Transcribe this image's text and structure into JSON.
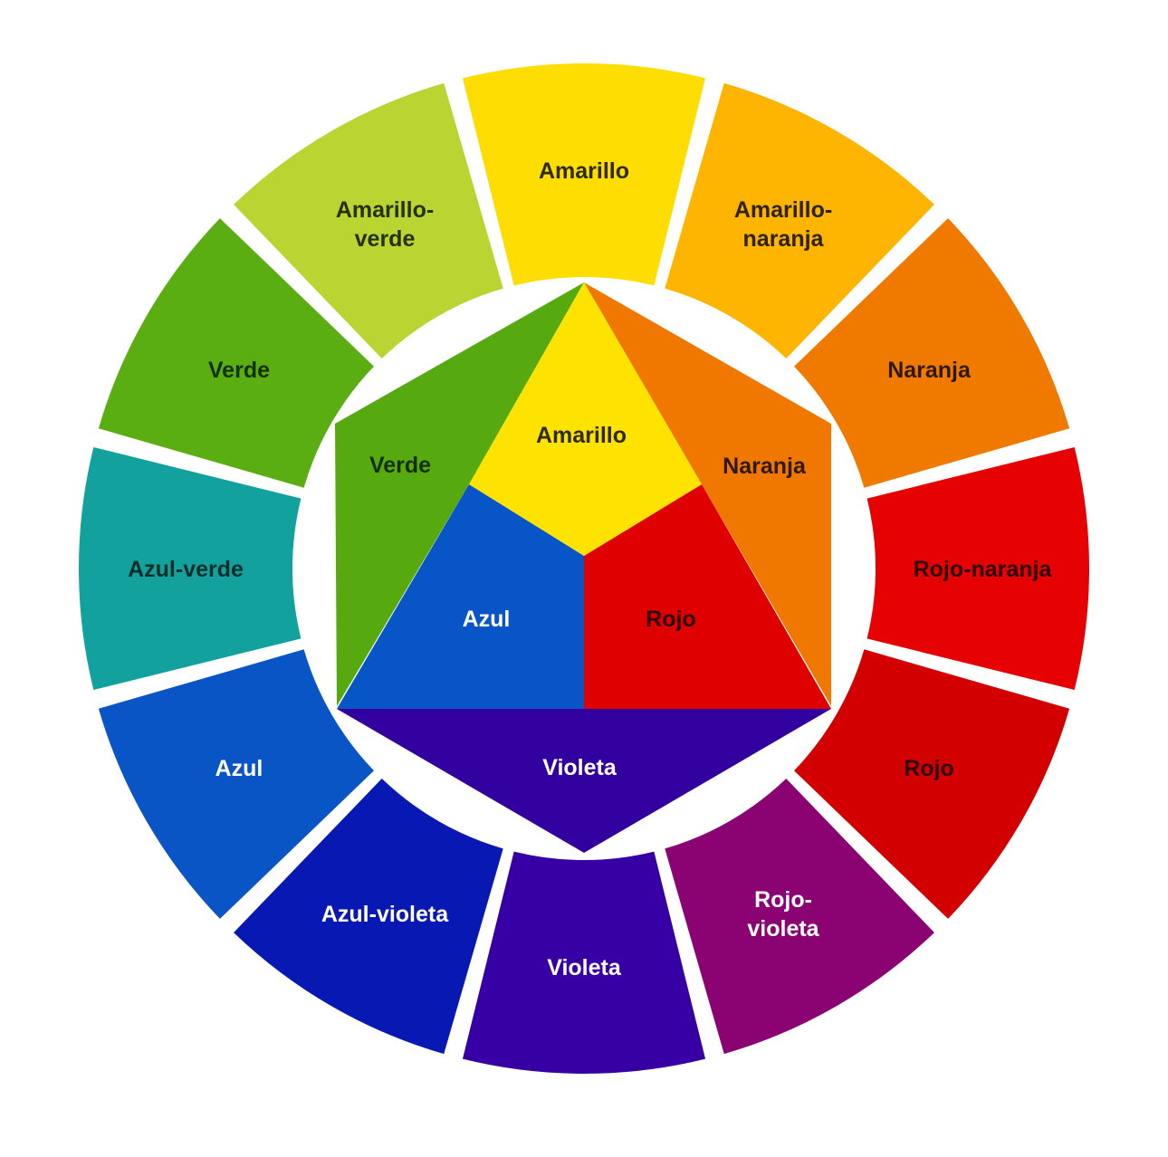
{
  "outer_ring": [
    {
      "label": "Amarillo",
      "color": "#FDDD02",
      "text_color": "#2e2a00"
    },
    {
      "label": "Amarillo-naranja",
      "color": "#FEB501",
      "text_color": "#2e2200"
    },
    {
      "label": "Naranja",
      "color": "#F07A00",
      "text_color": "#2e1800"
    },
    {
      "label": "Rojo-naranja",
      "color": "#E60202",
      "text_color": "#2e0000"
    },
    {
      "label": "Rojo",
      "color": "#D20000",
      "text_color": "#2e0000"
    },
    {
      "label": "Rojo-violeta",
      "color": "#8B0373",
      "text_color": "#ffffff"
    },
    {
      "label": "Violeta",
      "color": "#3600A4",
      "text_color": "#ffffff"
    },
    {
      "label": "Azul-violeta",
      "color": "#0818B2",
      "text_color": "#ffffff"
    },
    {
      "label": "Azul",
      "color": "#0A55C5",
      "text_color": "#ffffff"
    },
    {
      "label": "Azul-verde",
      "color": "#12A19D",
      "text_color": "#062e2d"
    },
    {
      "label": "Verde",
      "color": "#5AAE11",
      "text_color": "#143000"
    },
    {
      "label": "Amarillo-verde",
      "color": "#BAD432",
      "text_color": "#263000"
    }
  ],
  "inner": {
    "amarillo": {
      "label": "Amarillo",
      "color": "#FEE200",
      "text_color": "#2e2a00"
    },
    "naranja": {
      "label": "Naranja",
      "color": "#F07800",
      "text_color": "#2e1800"
    },
    "rojo": {
      "label": "Rojo",
      "color": "#DF0000",
      "text_color": "#2e0000"
    },
    "azul": {
      "label": "Azul",
      "color": "#0855C8",
      "text_color": "#ffffff"
    },
    "verde": {
      "label": "Verde",
      "color": "#56AA10",
      "text_color": "#143000"
    },
    "violeta": {
      "label": "Violeta",
      "color": "#3300A0",
      "text_color": "#ffffff"
    }
  }
}
